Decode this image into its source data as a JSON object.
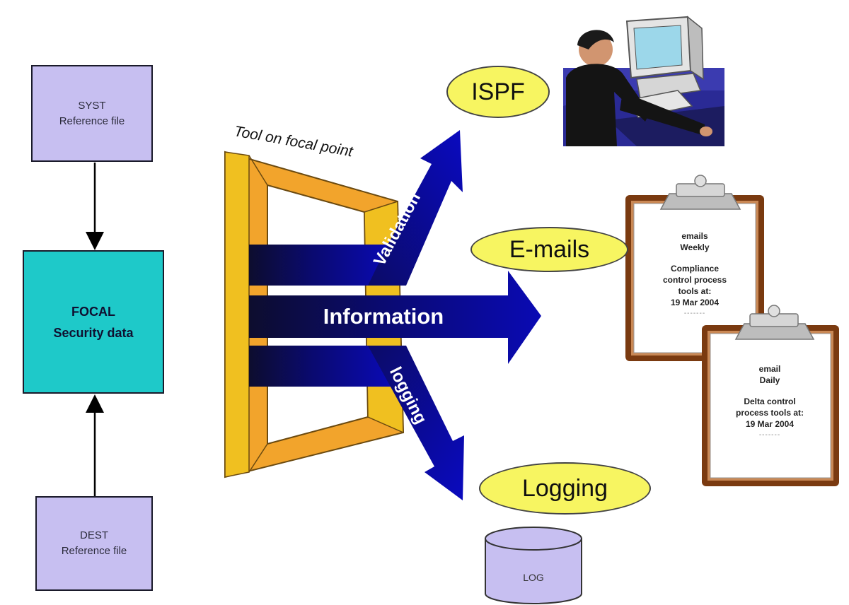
{
  "sources": {
    "syst": {
      "line1": "SYST",
      "line2": "Reference file"
    },
    "dest": {
      "line1": "DEST",
      "line2": "Reference file"
    },
    "focal": {
      "line1": "FOCAL",
      "line2": "Security data"
    }
  },
  "tool": {
    "caption": "Tool on focal point"
  },
  "flows": {
    "validation": "Validation",
    "information": "Information",
    "logging": "logging"
  },
  "outputs": {
    "ispf": "ISPF",
    "emails": "E-mails",
    "logging": "Logging",
    "log_store": "LOG"
  },
  "clipboards": {
    "weekly": {
      "l1": "emails",
      "l2": "Weekly",
      "l3": "Compliance",
      "l4": "control process",
      "l5": "tools at:",
      "l6": "19 Mar 2004",
      "l7": "-------"
    },
    "daily": {
      "l1": "email",
      "l2": "Daily",
      "l3": "Delta control",
      "l4": "process tools at:",
      "l5": "19 Mar 2004",
      "l6": "-------"
    }
  },
  "icons": {
    "user_at_computer": "user-at-computer-icon",
    "clipboard": "clipboard-icon",
    "database": "database-cylinder-icon",
    "window_frame": "window-frame-icon"
  },
  "colors": {
    "reference_box": "#c7bff1",
    "focal_box": "#1ec9c9",
    "callout": "#f7f561",
    "arrow": "#0a0aa0",
    "frame": "#f2a42c",
    "clipboard_frame": "#7a3a10"
  }
}
